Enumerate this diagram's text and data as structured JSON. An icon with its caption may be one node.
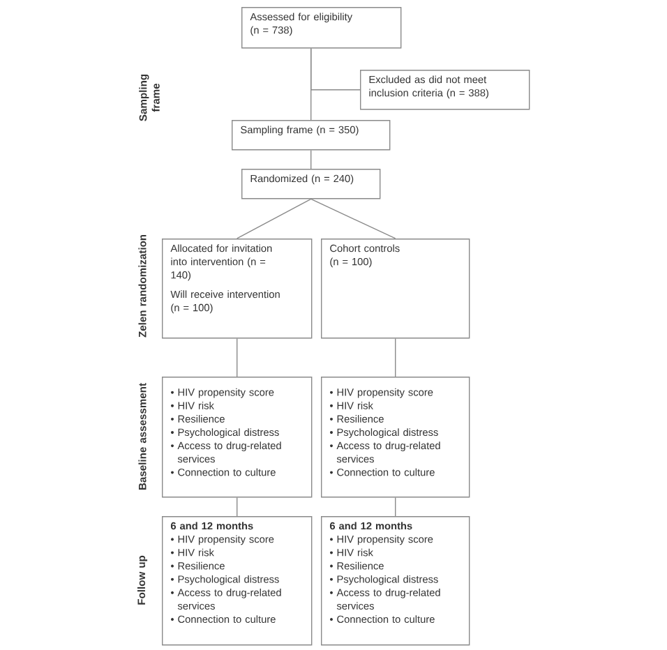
{
  "diagram": {
    "nodes": [
      {
        "text": [
          "Assessed for eligibility (n = 738)"
        ]
      },
      {
        "text": [
          "Excluded as did not meet inclusion criteria (n = 388)"
        ]
      },
      {
        "text": [
          "Sampling frame (n = 350)"
        ]
      },
      {
        "text": [
          "Randomized (n = 240)"
        ]
      },
      {
        "text": [
          "Allocated for invitation into intervention (n = 140)",
          "Will receive intervention (n = 100)"
        ]
      },
      {
        "text": [
          "Cohort controls (n = 100)"
        ]
      },
      {
        "text": [
          "• HIV propensity score",
          "• HIV risk",
          "• Resilience",
          "• Psychological distress",
          "• Access to drug-related services",
          "• Connection to culture"
        ]
      },
      {
        "text": [
          "• HIV propensity score",
          "• HIV risk",
          "• Resilience",
          "• Psychological distress",
          "• Access to drug-related services",
          "• Connection to culture"
        ]
      },
      {
        "text": [
          "6 and 12 months",
          "• HIV propensity score",
          "• HIV risk",
          "• Resilience",
          "• Psychological distress",
          "• Access to drug-related services",
          "• Connection to culture"
        ]
      },
      {
        "text": [
          "6 and 12 months",
          "• HIV propensity score",
          "• HIV risk",
          "• Resilience",
          "• Psychological distress",
          "• Access to drug-related services",
          "• Connection to culture"
        ]
      }
    ],
    "edges": [
      {
        "from": 0,
        "to": 2,
        "arrow": "none"
      },
      {
        "from": 0,
        "to": 1,
        "arrow": "none"
      },
      {
        "from": 2,
        "to": 3,
        "arrow": "none"
      },
      {
        "from": 3,
        "to": 4,
        "arrow": "none"
      },
      {
        "from": 3,
        "to": 5,
        "arrow": "none"
      },
      {
        "from": 4,
        "to": 6,
        "arrow": "none"
      },
      {
        "from": 5,
        "to": 7,
        "arrow": "none"
      },
      {
        "from": 6,
        "to": 8,
        "arrow": "none"
      },
      {
        "from": 7,
        "to": 9,
        "arrow": "none"
      }
    ],
    "labels": [
      "Sampling frame",
      "Zelen randomization",
      "Baseline assessment",
      "Follow up"
    ]
  }
}
